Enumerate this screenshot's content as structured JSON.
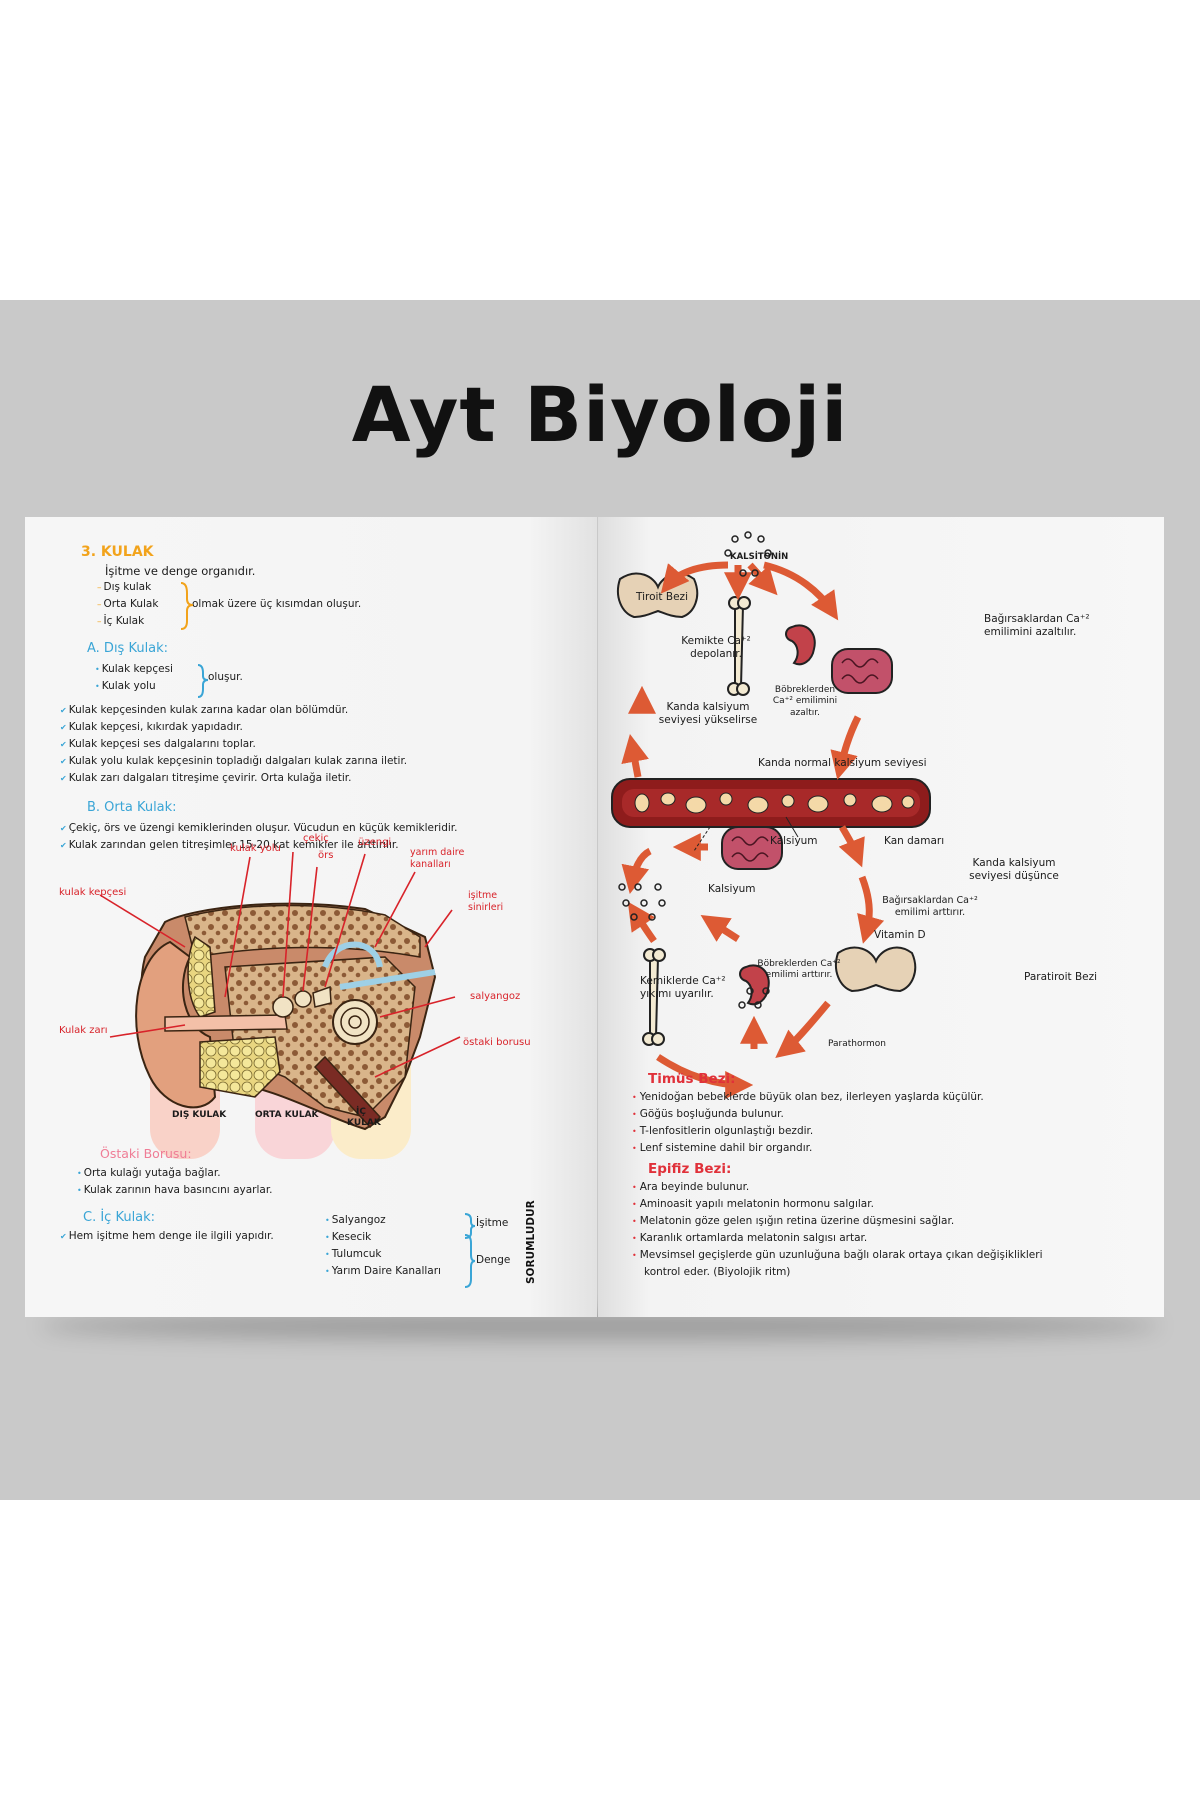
{
  "main_title": "Ayt Biyoloji",
  "left": {
    "kulak": {
      "title": "3. KULAK",
      "intro": "İşitme ve denge organıdır.",
      "parts": [
        "Dış kulak",
        "Orta Kulak",
        "İç Kulak"
      ],
      "parts_note": "olmak üzere üç kısımdan oluşur."
    },
    "dis_kulak": {
      "title": "A. Dış Kulak:",
      "parts": [
        "Kulak kepçesi",
        "Kulak yolu"
      ],
      "parts_note": "oluşur.",
      "facts": [
        "Kulak kepçesinden kulak zarına kadar olan bölümdür.",
        "Kulak kepçesi, kıkırdak yapıdadır.",
        "Kulak kepçesi ses dalgalarını toplar.",
        "Kulak yolu kulak kepçesinin topladığı dalgaları kulak zarına iletir.",
        "Kulak zarı dalgaları titreşime çevirir. Orta kulağa iletir."
      ]
    },
    "orta_kulak": {
      "title": "B. Orta Kulak:",
      "facts": [
        "Çekiç, örs ve üzengi kemiklerinden oluşur. Vücudun en küçük kemikleridir.",
        "Kulak zarından gelen titreşimler 15-20 kat kemikler ile arttırılır."
      ]
    },
    "ear_diagram": {
      "labels": {
        "kulak_yolu": "kulak yolu",
        "cekic": "çekiç",
        "ors": "örs",
        "uzengi": "üzengi",
        "yarim_daire": "yarım daire kanalları",
        "isitme_sinirleri": "işitme sinirleri",
        "kulak_kepcesi": "kulak kepçesi",
        "salyangoz": "salyangoz",
        "kulak_zari": "Kulak zarı",
        "ostaki_borusu": "östaki borusu"
      },
      "regions": [
        "DIŞ KULAK",
        "ORTA KULAK",
        "İÇ KULAK"
      ]
    },
    "ostaki": {
      "title": "Östaki Borusu:",
      "facts": [
        "Orta kulağı yutağa bağlar.",
        "Kulak zarının hava basıncını ayarlar."
      ]
    },
    "ic_kulak": {
      "title": "C. İç Kulak:",
      "fact": "Hem işitme hem denge ile ilgili yapıdır.",
      "parts": [
        "Salyangoz",
        "Kesecik",
        "Tulumcuk",
        "Yarım Daire Kanalları"
      ],
      "group_isitme": "İşitme",
      "group_denge": "Denge",
      "side_label": "SORUMLUDUR"
    }
  },
  "right": {
    "calcium_diagram": {
      "kalsitonin": "KALSİTONİN",
      "tiroit": "Tiroit Bezi",
      "kemikte": "Kemikte Ca⁺² depolanır.",
      "bobreklerden_top": "Böbreklerden Ca⁺² emilimini azaltır.",
      "bagirsak_top": "Bağırsaklardan Ca⁺² emilimini azaltılır.",
      "kanda_yukselirse": "Kanda kalsiyum seviyesi yükselirse",
      "kanda_normal": "Kanda normal kalsiyum seviyesi",
      "kalsiyum": "Kalsiyum",
      "kan_damari": "Kan damarı",
      "kanda_dusunce": "Kanda kalsiyum seviyesi düşünce",
      "kalsiyum_dots": "Kalsiyum",
      "bagirsak_bottom": "Bağırsaklardan Ca⁺² emilimi arttırır.",
      "vitamin_d": "Vitamin D",
      "bobreklerden_bottom": "Böbreklerden Ca⁺² emilimi arttırır.",
      "kemiklerde": "Kemiklerde Ca⁺² yıkımı uyarılır.",
      "paratiroit": "Paratiroit Bezi",
      "parathormon": "Parathormon"
    },
    "timus": {
      "title": "Timüs Bezi:",
      "facts": [
        "Yenidoğan bebeklerde büyük olan bez, ilerleyen yaşlarda küçülür.",
        "Göğüs boşluğunda bulunur.",
        "T-lenfositlerin olgunlaştığı bezdir.",
        "Lenf sistemine dahil bir organdır."
      ]
    },
    "epifiz": {
      "title": "Epifiz Bezi:",
      "facts": [
        "Ara beyinde bulunur.",
        "Aminoasit yapılı melatonin hormonu salgılar.",
        "Melatonin göze gelen ışığın retina üzerine düşmesini sağlar.",
        "Karanlık ortamlarda melatonin salgısı artar.",
        "Mevsimsel geçişlerde gün uzunluğuna bağlı olarak ortaya çıkan değişiklikleri",
        "kontrol eder. (Biyolojik ritm)"
      ]
    }
  },
  "colors": {
    "accent_orange": "#f2a31b",
    "accent_blue": "#3aa5d6",
    "accent_red": "#d8232a",
    "arrow": "#dd5a34",
    "vessel": "#8e1c1c",
    "background_band": "#c9c9c9"
  }
}
